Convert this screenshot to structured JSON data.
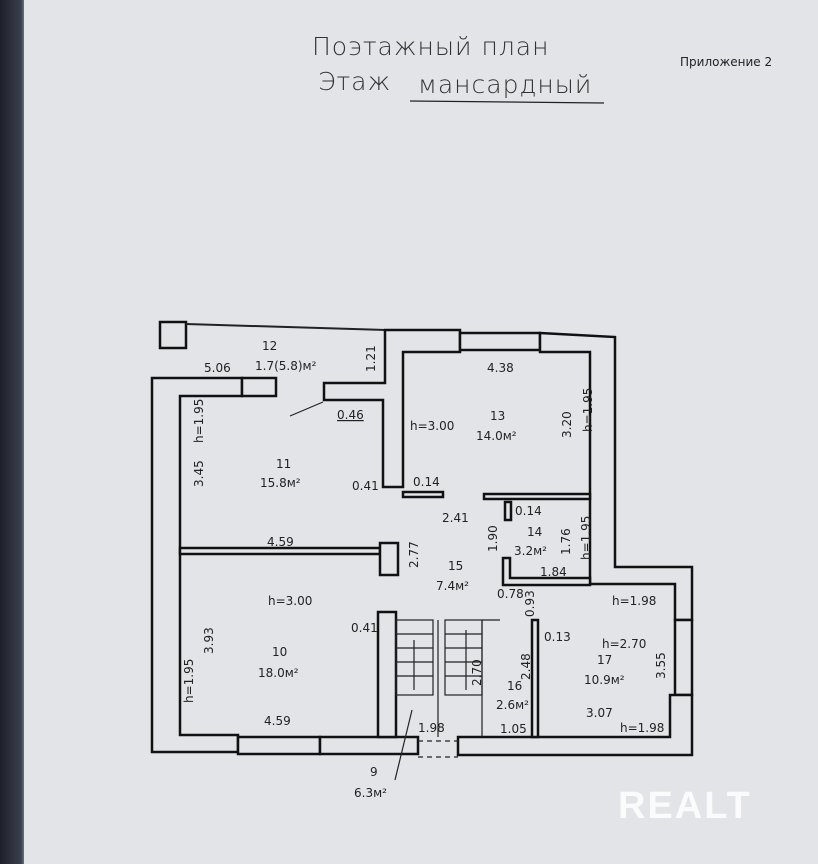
{
  "header": {
    "title_line1": "Поэтажный план",
    "title_line2_label": "Этаж",
    "floor_name": "мансардный",
    "appendix": "Приложение 2"
  },
  "rooms": [
    {
      "number": "9",
      "area": "6.3м²"
    },
    {
      "number": "10",
      "area": "18.0м²"
    },
    {
      "number": "11",
      "area": "15.8м²"
    },
    {
      "number": "12",
      "area": "1.7(5.8)м²"
    },
    {
      "number": "13",
      "area": "14.0м²"
    },
    {
      "number": "14",
      "area": "3.2м²"
    },
    {
      "number": "15",
      "area": "7.4м²"
    },
    {
      "number": "16",
      "area": "2.6м²"
    },
    {
      "number": "17",
      "area": "10.9м²"
    }
  ],
  "dimensions": {
    "d506": "5.06",
    "d121": "1.21",
    "d046": "0.46",
    "d345": "3.45",
    "h195a": "h=1.95",
    "d041a": "0.41",
    "d014a": "0.14",
    "d459a": "4.59",
    "d277": "2.77",
    "d438": "4.38",
    "h300a": "h=3.00",
    "d320": "3.20",
    "h195b": "h=1.95",
    "d241": "2.41",
    "d190": "1.90",
    "d014b": "0.14",
    "d176": "1.76",
    "h195c": "h=1.95",
    "d184": "1.84",
    "d078": "0.78",
    "d093": "0.93",
    "h198a": "h=1.98",
    "h300b": "h=3.00",
    "d393": "3.93",
    "h195d": "h=1.95",
    "d041b": "0.41",
    "d459b": "4.59",
    "d270": "2.70",
    "d198": "1.98",
    "d248": "2.48",
    "d105": "1.05",
    "d013": "0.13",
    "h270": "h=2.70",
    "d355": "3.55",
    "d307": "3.07",
    "h198b": "h=1.98"
  },
  "watermark": "REALT"
}
